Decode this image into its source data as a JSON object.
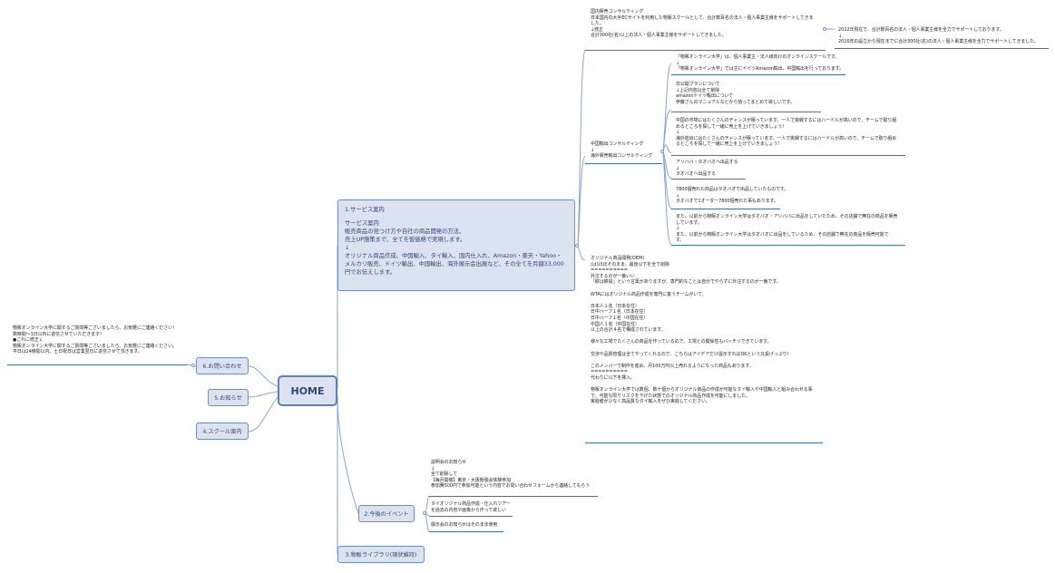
{
  "home": {
    "label": "HOME"
  },
  "left": {
    "contact": {
      "label": "6.お問い合わせ",
      "note": "物販オンライン大学に関するご質問等ございましたら、お気軽にご連絡ください！\n数時間〜1日以内に返信させていただきます！\n●これに修正↓\n物販オンライン大学に関するご質問等ございましたら、お気軽にご連絡ください。\n平日は24時間以内、土日祝日は営業翌日に返信させて頂きます。"
    },
    "news": {
      "label": "5.お知らせ"
    },
    "school": {
      "label": "4.スクール案内"
    }
  },
  "service": {
    "label": "1.サービス案内",
    "body": "サービス案内\n販売商品の見つけ方や自社の商品開発の方法、\n売上UP施策まで、全てを仮価格で実現します。\n↓\nオリジナル商品作成、中国輸入、タイ輸入、国内仕入れ、Amazon・楽天・Yahoo・\nメルカリ販売、ドイツ輸出、中国輸出、海外展示会出展など、その全てを月額33,000\n円でお伝えします。",
    "domestic": "国内販売コンサルティング\n日本国内の大手ECサイトを利用した物販スクールとして、合計数百名の法人・個人事業主様をサポートしてきま\nした。\n↓修正\n合計300社(名)以上の法人・個人事業主様をサポートしてきました。",
    "domestic_sub": "2022年現在で、合計数百名の法人・個人事業主様を全力でサポートしております。\n↓\n2016年の設立から現在までに合計300社(名)の法人・個人事業主様を全力でサポートしてきました。",
    "china_label": "中国輸出コンサルティング\n↓\n海外販売輸出コンサルティング",
    "china_items": [
      "「物販オンライン大学」は、個人事業主・法人様向けのオンラインスクールです。\n↓\n「物販オンライン大学」では主にドイツAmazon輸出、中国輸出を行っております。",
      "非公開プランについて\n↓上記内容は全て削除\namazonドイツ輸出について\n伊藤さんのマニュアルなどから拾ってまとめて欲しいです。",
      "中国の市場にはたくさんのチャンスが眠っています。一人で挑戦するにはハードルが高いので、チームで取り組\nめるところを探して一緒に売上を上げていきましょう！\n↓\n海外進出にはたくさんのチャンスが眠っています。一人で挑戦するにはハードルが高いので、チームで取り組め\nるところを探して一緒に売上を上げていきましょう！",
      "アリババ・タオバオへ出品する\n↓\nタオバオへ出品する",
      "7800個売れた商品はタオバオで出品していたものです。\n↓\nタオバオで1オーダー7800個売れた事もあります。",
      "また、以前から物販オンライン大学はタオバオ・アリババに出品をしていたため、その店舗で無在の商品を販売\nしています。\n↓\nまた、以前から物販オンライン大学はタオバオに出品をしているため、その店舗で無在の商品を販売可能で\nす。"
    ],
    "oem": "オリジナル商品開発(OEM)\n(は)ほぼそのまま、最後以下を全て削除\n==========\n外注するのが一番いい\n「餅は餅屋」という言葉がありますが、専門的なことは自分でやらずに外注するのが一番です。\n\nWTAにはオリジナル商品作成を専門に扱うチームがいて、\n\n日本人１名（日本在住）\n日中ハーフ１名（日本在住）\n日中ハーフ１名（中国在住）\n中国人１名（中国在住）\n以上の合計４名で構成されています。\n\n様々な工場でたくさんの商品を作っているので、工場との関係性もバッチリできています。\n\n交渉や品質管理は全てやってくれるので、こちらはアイデアだけ提示すればOKという丸投げっぷり！\n\nこのメンバーで制作を進め、月100万円以上売れるようになった商品もあります。\n==========\n代わりに以下を挿入。\n\n物販オンライン大学では数個、数十個からオリジナル商品の作成が可能なタイ輸入や中国輸入と組み合わせる事\nで、可能な限りリスクを下げた状態でのオリジナル商品作成を可能にしました。\n実践者が少なく高品質なタイ輸入をぜひ実践してください。"
  },
  "events": {
    "label": "2.今後のイベント",
    "items": [
      "説明会のお知らせ\n↓\n全て削除して\n【毎月開催】東京・大阪勉強会体験参加\n参加費500円で参加可能という内容でお問い合わせフォームから連絡してもらう",
      "タイオリジナル商品作成・仕入れツアー\nを過去の内容や画像から作って欲しい",
      "展示会のお知らせはそのまま使用"
    ]
  },
  "library": {
    "label": "3.物販ライブラリ(現状維持)"
  }
}
